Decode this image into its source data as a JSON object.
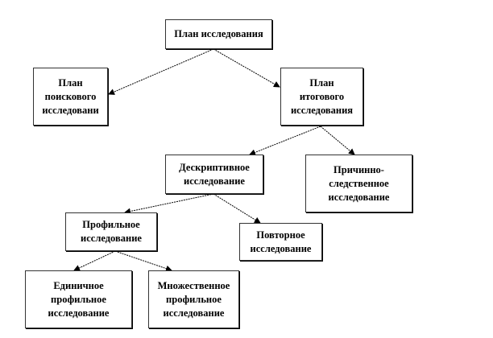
{
  "nodes": {
    "root": [
      "План исследования"
    ],
    "search": [
      "План",
      "поискового",
      "исследовани"
    ],
    "final": [
      "План",
      "итогового",
      "исследования"
    ],
    "descriptive": [
      "Дескриптивное",
      "исследование"
    ],
    "causal": [
      "Причинно-",
      "следственное",
      "исследование"
    ],
    "profile": [
      "Профильное",
      "исследование"
    ],
    "repeated": [
      "Повторное",
      "исследование"
    ],
    "single": [
      "Единичное",
      "профильное",
      "исследование"
    ],
    "multiple": [
      "Множественное",
      "профильное",
      "исследование"
    ]
  }
}
